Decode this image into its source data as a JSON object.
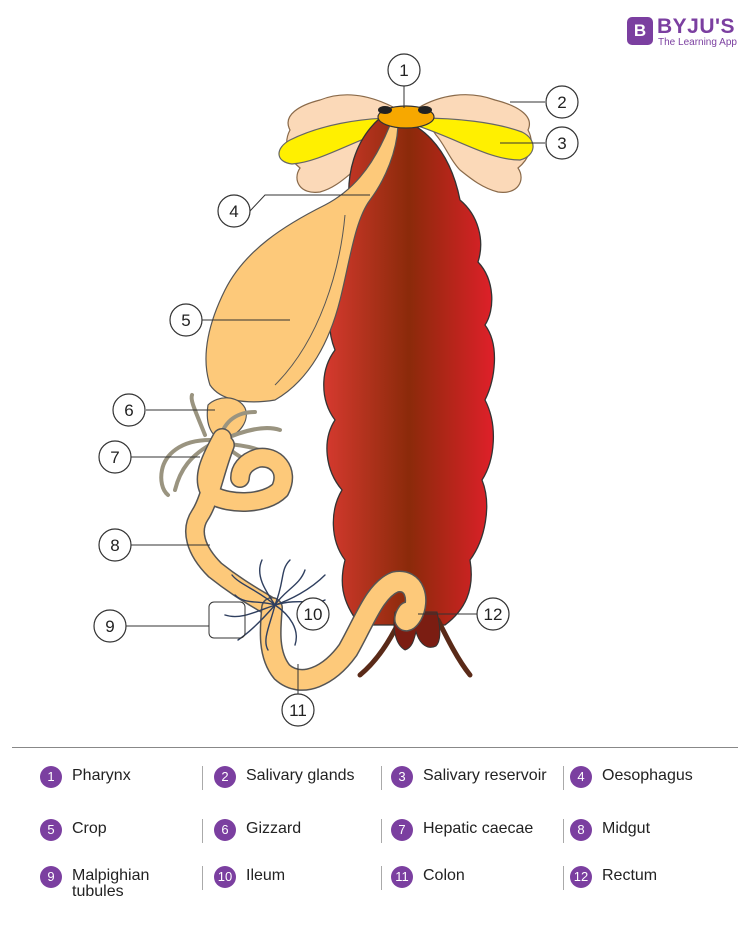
{
  "brand": {
    "badge": "B",
    "name": "BYJU'S",
    "tagline": "The Learning App"
  },
  "callouts": [
    {
      "num": "1"
    },
    {
      "num": "2"
    },
    {
      "num": "3"
    },
    {
      "num": "4"
    },
    {
      "num": "5"
    },
    {
      "num": "6"
    },
    {
      "num": "7"
    },
    {
      "num": "8"
    },
    {
      "num": "9"
    },
    {
      "num": "10"
    },
    {
      "num": "11"
    },
    {
      "num": "12"
    }
  ],
  "legend": [
    {
      "num": "1",
      "label": "Pharynx"
    },
    {
      "num": "2",
      "label": "Salivary glands"
    },
    {
      "num": "3",
      "label": "Salivary reservoir"
    },
    {
      "num": "4",
      "label": "Oesophagus"
    },
    {
      "num": "5",
      "label": "Crop"
    },
    {
      "num": "6",
      "label": "Gizzard"
    },
    {
      "num": "7",
      "label": "Hepatic caecae"
    },
    {
      "num": "8",
      "label": "Midgut"
    },
    {
      "num": "9",
      "label": "Malpighian\ntubules"
    },
    {
      "num": "10",
      "label": "Ileum"
    },
    {
      "num": "11",
      "label": "Colon"
    },
    {
      "num": "12",
      "label": "Rectum"
    }
  ],
  "colors": {
    "accent": "#7b3fa0",
    "gland": "#fbd9b8",
    "reservoir": "#fff000",
    "gut": "#fdc97a",
    "midgut_dark": "#8b2a0a",
    "midgut_light": "#e0202a",
    "pharynx": "#f7a800",
    "tubules": "#2f3f5f",
    "caecae": "#9a9480",
    "rectum_tail": "#5a2a18"
  }
}
